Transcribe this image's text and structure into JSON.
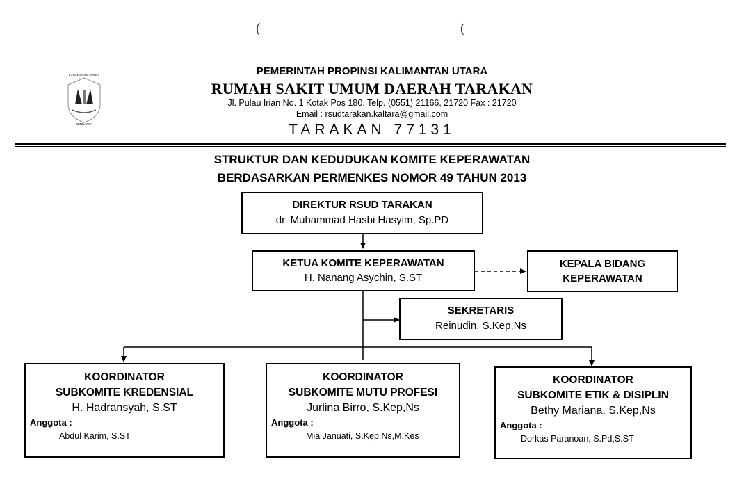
{
  "header": {
    "government": "PEMERINTAH PROPINSI KALIMANTAN UTARA",
    "hospital": "RUMAH SAKIT UMUM DAERAH TARAKAN",
    "address": "Jl. Pulau Irian No. 1 Kotak Pos 180. Telp. (0551) 21166, 21720 Fax : 21720",
    "email": "Email : rsudtarakan.kaltara@gmail.com",
    "city": "TARAKAN 77131",
    "logo_top_text": "KALIMANTAN UTARA",
    "logo_bottom_text": "BENUANTA"
  },
  "title": {
    "line1": "STRUKTUR DAN KEDUDUKAN KOMITE KEPERAWATAN",
    "line2": "BERDASARKAN PERMENKES NOMOR 49 TAHUN 2013"
  },
  "nodes": {
    "director": {
      "title": "DIREKTUR RSUD TARAKAN",
      "name": "dr. Muhammad Hasbi Hasyim, Sp.PD"
    },
    "chair": {
      "title": "KETUA KOMITE KEPERAWATAN",
      "name": "H. Nanang Asychin, S.ST"
    },
    "nursing_head": {
      "title_line1": "KEPALA BIDANG",
      "title_line2": "KEPERAWATAN"
    },
    "secretary": {
      "title": "SEKRETARIS",
      "name": "Reinudin, S.Kep,Ns"
    },
    "sub1": {
      "title_line1": "KOORDINATOR",
      "title_line2": "SUBKOMITE KREDENSIAL",
      "name": "H. Hadransyah, S.ST",
      "members_label": "Anggota :",
      "member": "Abdul Karim, S.ST"
    },
    "sub2": {
      "title_line1": "KOORDINATOR",
      "title_line2": "SUBKOMITE MUTU PROFESI",
      "name": "Jurlina Birro, S.Kep,Ns",
      "members_label": "Anggota :",
      "member": "Mia Januati, S.Kep,Ns,M.Kes"
    },
    "sub3": {
      "title_line1": "KOORDINATOR",
      "title_line2": "SUBKOMITE ETIK & DISIPLIN",
      "name": "Bethy Mariana, S.Kep,Ns",
      "members_label": "Anggota :",
      "member": "Dorkas Paranoan, S.Pd,S.ST"
    }
  },
  "colors": {
    "ink": "#000000",
    "paper": "#ffffff"
  }
}
